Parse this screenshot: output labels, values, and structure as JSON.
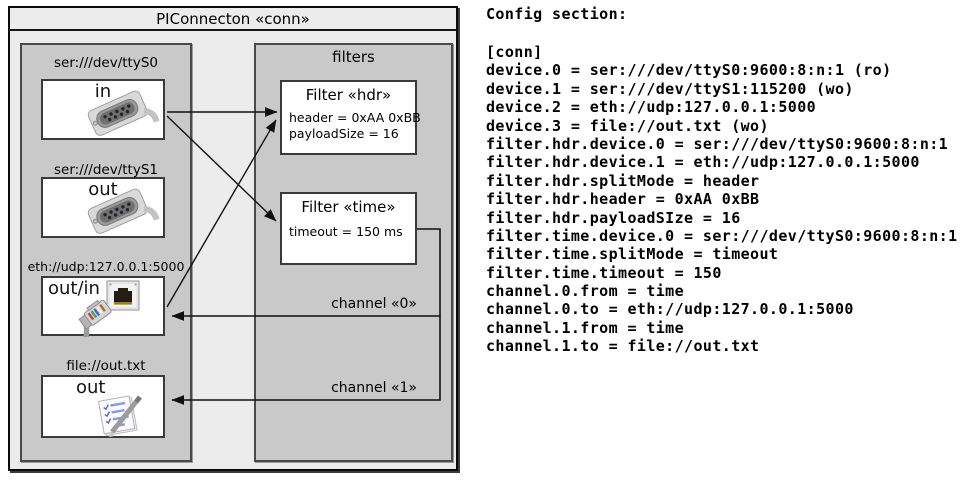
{
  "diagram": {
    "title": "PIConnecton «conn»",
    "devices": [
      {
        "uri": "ser:///dev/ttyS0",
        "direction": "in",
        "icon": "serial-connector"
      },
      {
        "uri": "ser:///dev/ttyS1",
        "direction": "out",
        "icon": "serial-connector"
      },
      {
        "uri": "eth://udp:127.0.0.1:5000",
        "direction": "out/in",
        "icon": "ethernet-jack-and-cable"
      },
      {
        "uri": "file://out.txt",
        "direction": "out",
        "icon": "notepad-pencil"
      }
    ],
    "filters_panel_title": "filters",
    "filters": [
      {
        "title": "Filter «hdr»",
        "properties": [
          "header = 0xAA 0xBB",
          "payloadSize = 16"
        ]
      },
      {
        "title": "Filter «time»",
        "properties": [
          "timeout = 150 ms"
        ]
      }
    ],
    "channels": [
      {
        "label": "channel «0»"
      },
      {
        "label": "channel «1»"
      }
    ]
  },
  "config": {
    "heading": "Config section:",
    "lines": [
      "[conn]",
      "device.0 = ser:///dev/ttyS0:9600:8:n:1 (ro)",
      "device.1 = ser:///dev/ttyS1:115200 (wo)",
      "device.2 = eth://udp:127.0.0.1:5000",
      "device.3 = file://out.txt (wo)",
      "filter.hdr.device.0 = ser:///dev/ttyS0:9600:8:n:1",
      "filter.hdr.device.1 = eth://udp:127.0.0.1:5000",
      "filter.hdr.splitMode = header",
      "filter.hdr.header = 0xAA 0xBB",
      "filter.hdr.payloadSIze = 16",
      "filter.time.device.0 = ser:///dev/ttyS0:9600:8:n:1",
      "filter.time.splitMode = timeout",
      "filter.time.timeout = 150",
      "channel.0.from = time",
      "channel.0.to = eth://udp:127.0.0.1:5000",
      "channel.1.from = time",
      "channel.1.to = file://out.txt"
    ]
  },
  "colors": {
    "outer_fill": "#ececec",
    "panel_fill": "#c9c9c9",
    "box_fill": "#ffffff",
    "edge": "#111111"
  }
}
